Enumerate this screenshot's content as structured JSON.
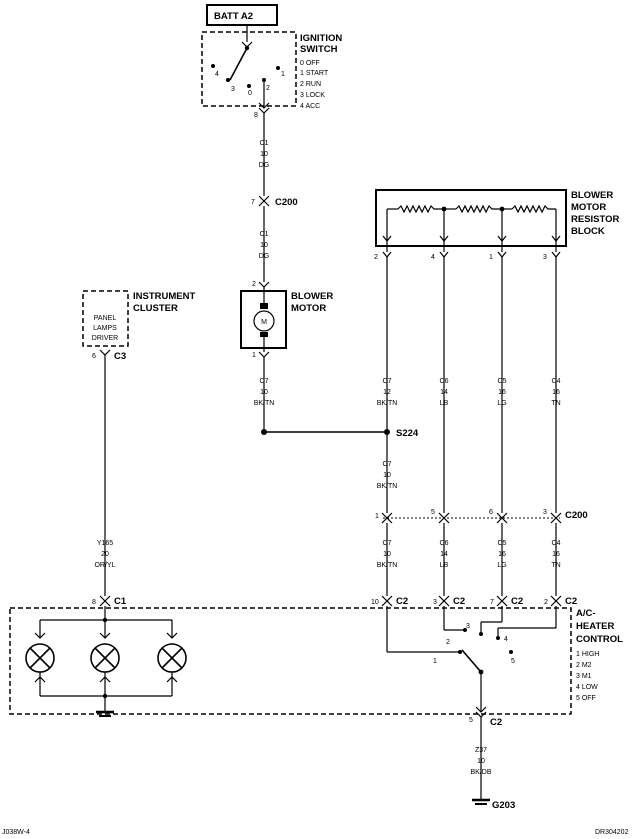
{
  "components": {
    "batt": "BATT A2",
    "ignition_title": [
      "IGNITION",
      "SWITCH"
    ],
    "ignition_positions": [
      "0 OFF",
      "1 START",
      "2 RUN",
      "3 LOCK",
      "4 ACC"
    ],
    "ignition_pin_labels": [
      "4",
      "3",
      "0",
      "2",
      "1"
    ],
    "ignition_out_pin": "8",
    "blower_motor_title": [
      "BLOWER",
      "MOTOR"
    ],
    "motor_symbol": "M",
    "blower_motor_pins": [
      "2",
      "1"
    ],
    "resistor_title": [
      "BLOWER",
      "MOTOR",
      "RESISTOR",
      "BLOCK"
    ],
    "resistor_pins": [
      "2",
      "4",
      "1",
      "3"
    ],
    "cluster_title": [
      "INSTRUMENT",
      "CLUSTER"
    ],
    "cluster_box_text": [
      "PANEL",
      "LAMPS",
      "DRIVER"
    ],
    "cluster_pin": "6",
    "ac_title": [
      "A/C-",
      "HEATER",
      "CONTROL"
    ],
    "ac_positions": [
      "1 HIGH",
      "2 M2",
      "3 M1",
      "4 LOW",
      "5 OFF"
    ],
    "ac_switch_labels": [
      "3",
      "2",
      "4",
      "1",
      "5"
    ]
  },
  "connectors": {
    "c200": "C200",
    "c200_top_pin": "7",
    "c200_right_pins": [
      "1",
      "5",
      "6",
      "3"
    ],
    "c3": "C3",
    "c1": "C1",
    "c1_pin": "8",
    "c2": "C2",
    "c2_pins": [
      "10",
      "3",
      "7",
      "2"
    ],
    "c2_bottom_pin": "5",
    "s224": "S224",
    "g203": "G203"
  },
  "wires": {
    "ign_upper": [
      "C1",
      "10",
      "DG"
    ],
    "ign_lower": [
      "C1",
      "10",
      "DG"
    ],
    "motor_out": [
      "C7",
      "10",
      "BK/TN"
    ],
    "w_c7_top": [
      "C7",
      "12",
      "BK/TN"
    ],
    "w_c6_top": [
      "C6",
      "14",
      "LB"
    ],
    "w_c5_top": [
      "C5",
      "16",
      "LG"
    ],
    "w_c4_top": [
      "C4",
      "16",
      "TN"
    ],
    "w_c7_mid": [
      "C7",
      "10",
      "BK/TN"
    ],
    "w_c7_bot": [
      "C7",
      "10",
      "BK/TN"
    ],
    "w_c6_bot": [
      "C6",
      "14",
      "LB"
    ],
    "w_c5_bot": [
      "C5",
      "16",
      "LG"
    ],
    "w_c4_bot": [
      "C4",
      "16",
      "TN"
    ],
    "w_y165": [
      "Y165",
      "20",
      "OR/YL"
    ],
    "w_z37": [
      "Z37",
      "10",
      "BK/DB"
    ]
  },
  "footer": {
    "left": "J038W-4",
    "right": "DR304202"
  }
}
